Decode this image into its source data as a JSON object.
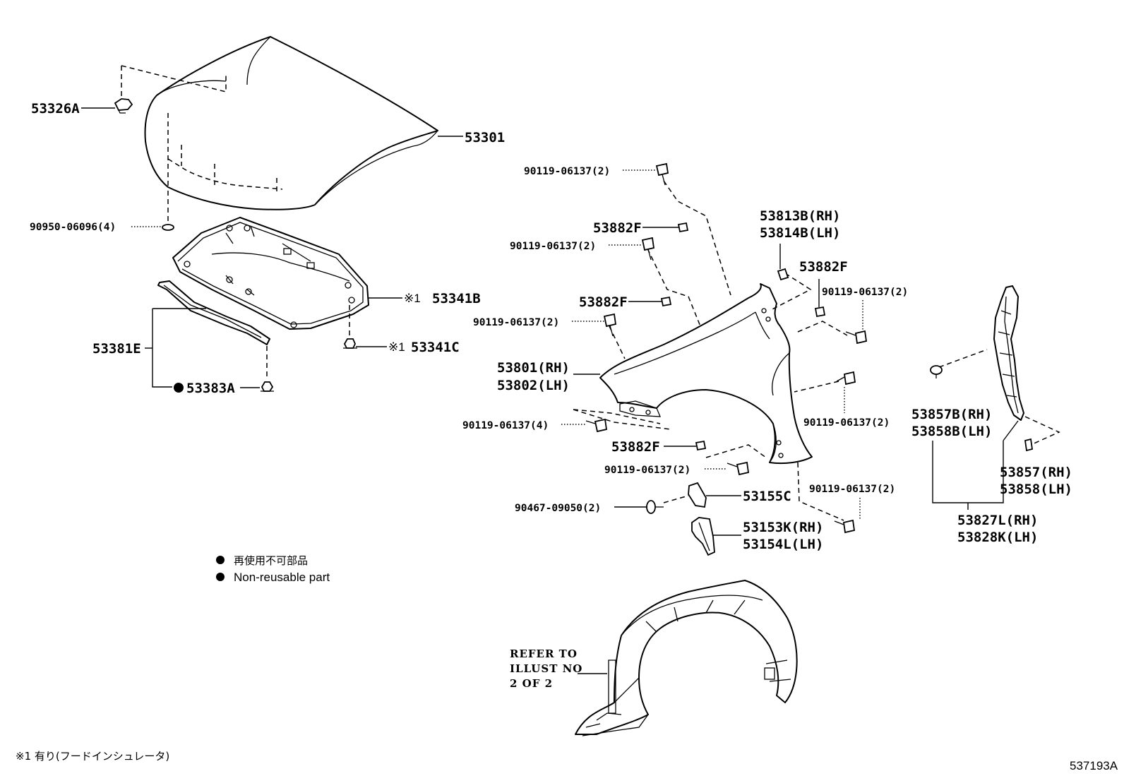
{
  "labels": {
    "p53326a": "53326A",
    "p53301": "53301",
    "p90950": "90950-06096(4)",
    "p53341b": "53341B",
    "p53341b_mark": "※1",
    "p53341c": "53341C",
    "p53341c_mark": "※1",
    "p53381e": "53381E",
    "p53383a": "53383A",
    "b1": "90119-06137(2)",
    "f1": "53882F",
    "b2": "90119-06137(2)",
    "f2": "53882F",
    "b3": "90119-06137(2)",
    "fender1": "53801(RH)",
    "fender2": "53802(LH)",
    "b4": "90119-06137(4)",
    "f3": "53882F",
    "b5": "90119-06137(2)",
    "clip1": "90467-09050(2)",
    "s1": "53155C",
    "s2": "53153K(RH)",
    "s3": "53154L(LH)",
    "sp1": "53813B(RH)",
    "sp2": "53814B(LH)",
    "f4": "53882F",
    "b6": "90119-06137(2)",
    "b7": "90119-06137(2)",
    "b8": "90119-06137(2)",
    "r1": "53857B(RH)",
    "r2": "53858B(LH)",
    "r3": "53857(RH)",
    "r4": "53858(LH)",
    "r5": "53827L(RH)",
    "r6": "53828K(LH)"
  },
  "legend": {
    "jp": "再使用不可部品",
    "en": "Non-reusable part"
  },
  "refer": {
    "line1": "REFER TO",
    "line2": "ILLUST NO",
    "line3": "2 OF 2"
  },
  "footnote": "※1 有り(フードインシュレータ)",
  "diagram_id": "537193A"
}
